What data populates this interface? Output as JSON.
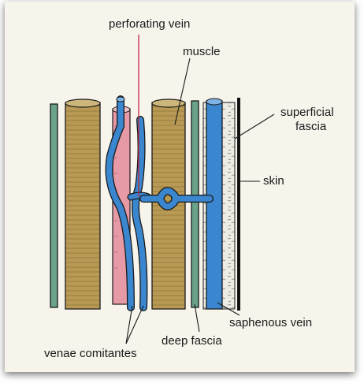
{
  "labels": {
    "perforating_vein": "perforating vein",
    "muscle": "muscle",
    "superficial_fascia_line1": "superficial",
    "superficial_fascia_line2": "fascia",
    "skin": "skin",
    "saphenous_vein": "saphenous vein",
    "deep_fascia": "deep fascia",
    "venae_comitantes": "venae comitantes"
  },
  "colors": {
    "vein": "#3a86cf",
    "artery": "#e69aa6",
    "muscle": "#b89a55",
    "deep_fascia": "#6aa38a",
    "superficial_fascia": "#e9e6dc",
    "skin": "#111111"
  }
}
